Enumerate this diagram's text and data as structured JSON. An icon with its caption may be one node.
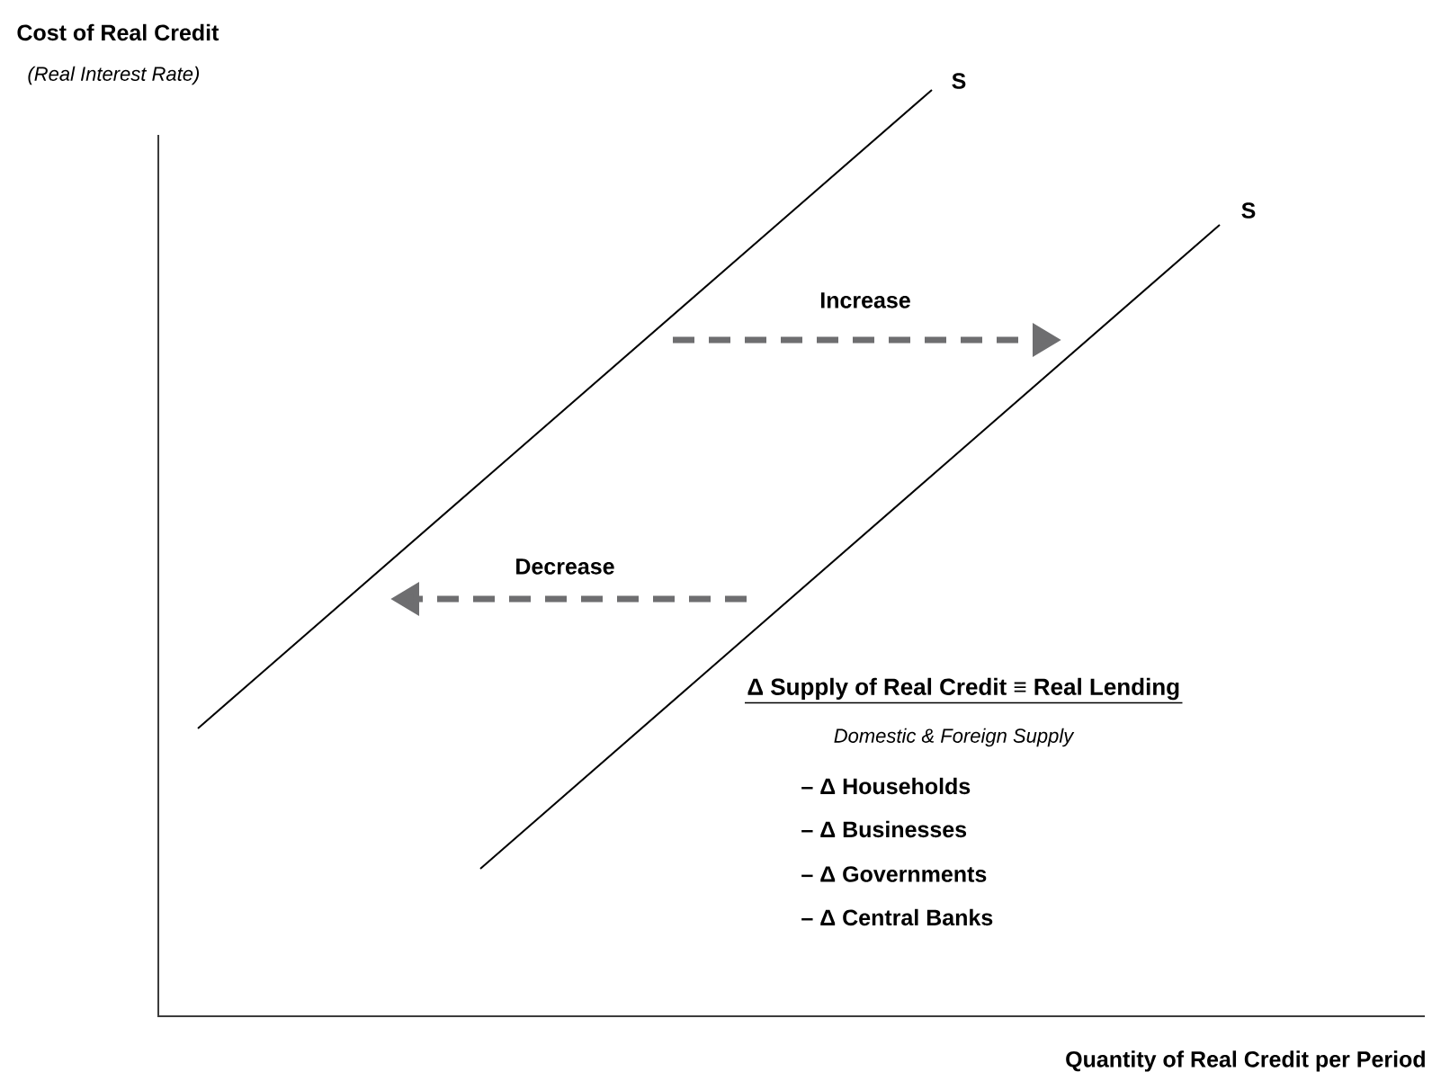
{
  "diagram": {
    "labels": [
      "Cost of Real Credit",
      "(Real Interest Rate)",
      "S",
      "S",
      "Increase",
      "Decrease",
      "Δ Supply of Real Credit ≡ Real Lending",
      "Domestic & Foreign Supply",
      "– Δ Households",
      "– Δ Businesses",
      "– Δ Governments",
      "– Δ Central Banks",
      "Quantity of Real Credit per Period"
    ]
  }
}
